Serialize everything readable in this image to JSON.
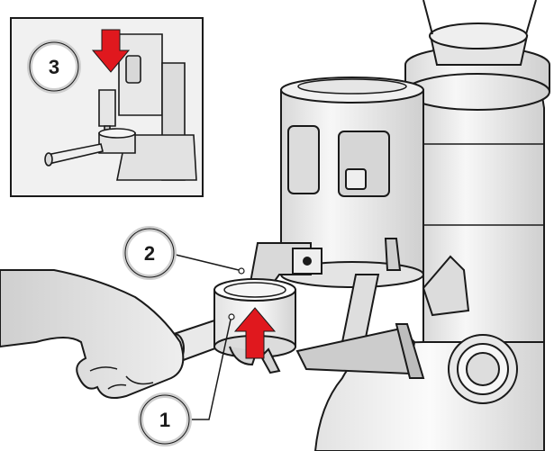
{
  "figure": {
    "callouts": [
      {
        "id": "callout-1",
        "label": "1"
      },
      {
        "id": "callout-2",
        "label": "2"
      },
      {
        "id": "callout-3",
        "label": "3"
      }
    ],
    "arrow_color": "#e0181e",
    "line_color": "#1a1a1a",
    "inset_background": "#f1f1f1",
    "icons": [
      "up-arrow-icon",
      "down-arrow-icon",
      "hand-icon",
      "portafilter-icon",
      "coffee-grinder-icon",
      "hopper-icon"
    ]
  }
}
